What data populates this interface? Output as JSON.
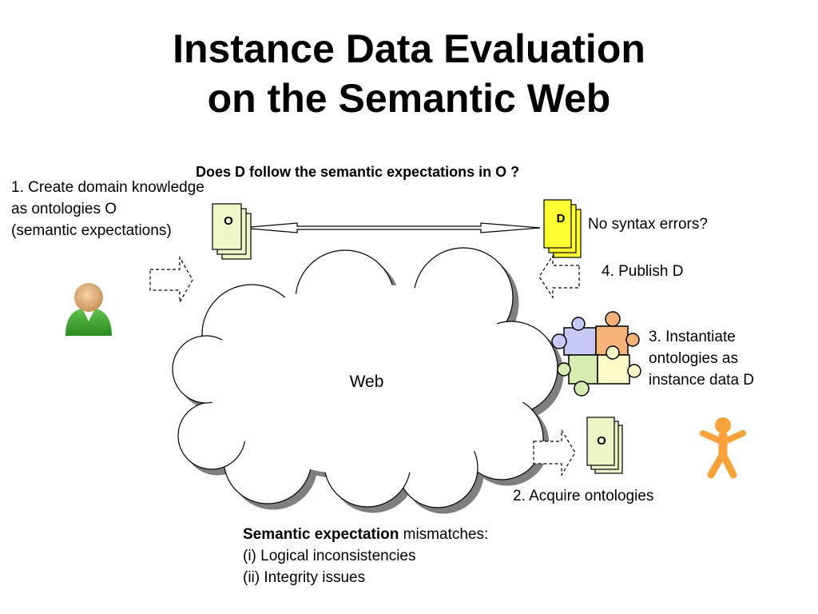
{
  "title": {
    "line1": "Instance Data Evaluation",
    "line2": "on the Semantic Web"
  },
  "question": "Does D follow the semantic expectations in O ?",
  "step1": {
    "line1": "1. Create domain knowledge",
    "line2": "as ontologies O",
    "line3": "(semantic expectations)"
  },
  "syntax_question": "No syntax errors?",
  "step4": "4. Publish D",
  "step3": {
    "line1": "3. Instantiate",
    "line2": "ontologies as",
    "line3": "instance data D"
  },
  "step2": "2. Acquire ontologies",
  "web_label": "Web",
  "doc_o_left": "O",
  "doc_d": "D",
  "doc_o_bottom": "O",
  "mismatch": {
    "bold": "Semantic expectation",
    "rest": " mismatches:",
    "line2": "(i) Logical inconsistencies",
    "line3": "(ii) Integrity issues"
  },
  "icons": {
    "publisher": "person-icon",
    "consumer": "stick-figure-icon",
    "puzzle": "puzzle-pieces-icon",
    "cloud": "cloud-icon"
  },
  "colors": {
    "ontology_doc": "#eef6c8",
    "instance_doc": "#ffff33",
    "person_green": "#3aa62c",
    "figure_orange": "#f7a23a",
    "puzzle_blue": "#c8c8f5",
    "puzzle_orange": "#f7b27a",
    "puzzle_green": "#d6ecb0",
    "puzzle_yellow": "#fffccc"
  }
}
